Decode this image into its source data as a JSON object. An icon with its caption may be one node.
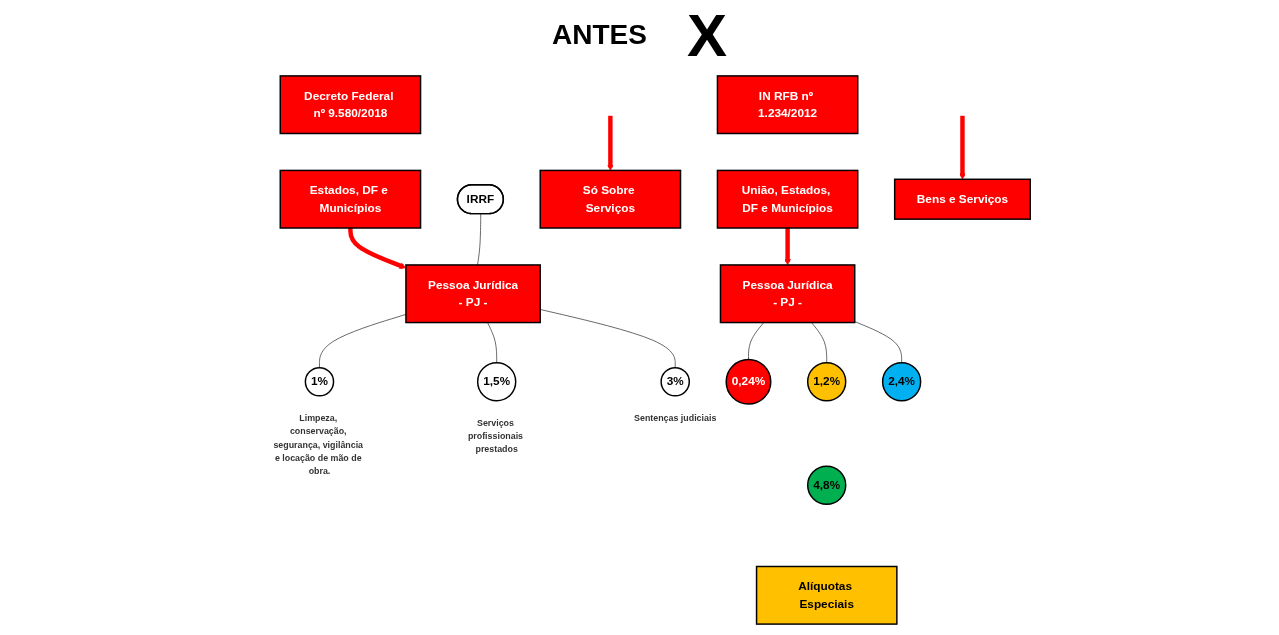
{
  "diagram": {
    "nodes": [
      {
        "text": [
          "Decreto Federal nº 9.580/2018"
        ]
      },
      {
        "text": [
          "Estados, DF e Municípios"
        ]
      },
      {
        "text": [
          "IRRF"
        ]
      },
      {
        "text": [
          "Pessoa Jurídica",
          "- PJ -"
        ]
      },
      {
        "text": [
          "1%"
        ],
        "beside": [
          "Limpeza, conservação, segurança, vigilância e locação de mão de obra."
        ]
      },
      {
        "text": [
          "1,5%"
        ],
        "beside": [
          "Serviços profissionais prestados"
        ]
      },
      {
        "text": [
          "3%"
        ],
        "beside": [
          "Sentenças judiciais"
        ]
      },
      {
        "text": [
          "Só Sobre Serviços"
        ]
      },
      {
        "text": [
          "IN RFB nº 1.234/2012"
        ]
      },
      {
        "text": [
          "União, Estados, DF e Municípios"
        ]
      },
      {
        "text": [
          "Pessoa Jurídica",
          "- PJ -"
        ]
      },
      {
        "text": [
          "0,24%"
        ]
      },
      {
        "text": [
          "1,2%"
        ]
      },
      {
        "text": [
          "2,4%"
        ]
      },
      {
        "text": [
          "4,8%"
        ]
      },
      {
        "text": [
          "Alíquotas Especiais"
        ]
      },
      {
        "text": [
          "Bens e Serviços"
        ]
      }
    ],
    "edges": [
      {
        "from": 1,
        "to": 3,
        "arrow": "to",
        "style": "thick",
        "color": "#ff0000"
      },
      {
        "from": 2,
        "to": 3,
        "arrow": "none"
      },
      {
        "from": 3,
        "to": 4,
        "arrow": "none"
      },
      {
        "from": 3,
        "to": 5,
        "arrow": "none"
      },
      {
        "from": 3,
        "to": 6,
        "arrow": "none"
      },
      {
        "from": null,
        "to": 7,
        "arrow": "to",
        "style": "thick",
        "color": "#ff0000"
      },
      {
        "from": 9,
        "to": 10,
        "arrow": "to",
        "style": "thick",
        "color": "#ff0000"
      },
      {
        "from": 10,
        "to": 11,
        "arrow": "none"
      },
      {
        "from": 10,
        "to": 12,
        "arrow": "none"
      },
      {
        "from": 10,
        "to": 13,
        "arrow": "none"
      },
      {
        "from": null,
        "to": 16,
        "arrow": "to",
        "style": "thick",
        "color": "#ff0000"
      }
    ],
    "labels": [
      "ANTES",
      "X"
    ]
  }
}
